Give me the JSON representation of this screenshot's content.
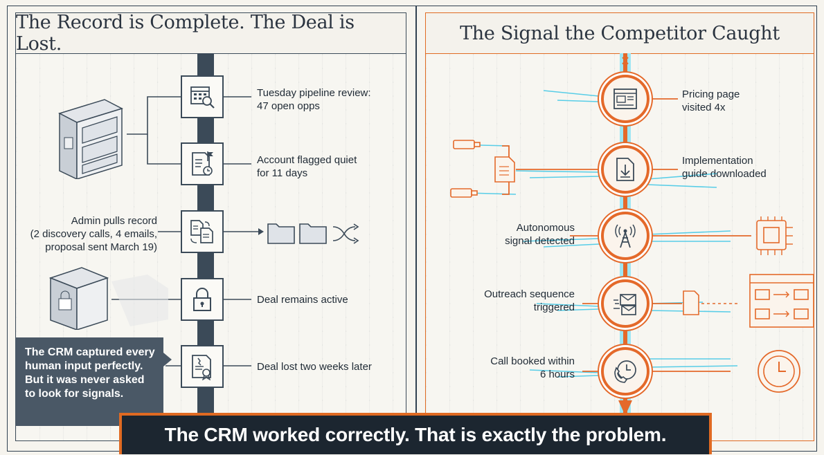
{
  "left_panel": {
    "title": "The Record is Complete. The Deal is Lost.",
    "steps": [
      {
        "label_line1": "Tuesday pipeline review:",
        "label_line2": "47 open opps"
      },
      {
        "label_line1": "Account flagged quiet",
        "label_line2": "for 11 days"
      },
      {
        "label_line1": "Admin pulls record",
        "label_line2": "(2 discovery calls, 4 emails,",
        "label_line3": "proposal sent March 19)"
      },
      {
        "label_line1": "Deal remains active"
      },
      {
        "label_line1": "Deal lost two weeks later"
      }
    ],
    "callout": "The CRM captured every human input perfectly. But it was never asked to look for signals."
  },
  "right_panel": {
    "title": "The Signal the Competitor Caught",
    "steps": [
      {
        "label_line1": "Pricing page",
        "label_line2": "visited 4x"
      },
      {
        "label_line1": "Implementation",
        "label_line2": "guide downloaded"
      },
      {
        "label_line1": "Autonomous",
        "label_line2": "signal detected"
      },
      {
        "label_line1": "Outreach sequence",
        "label_line2": "triggered"
      },
      {
        "label_line1": "Call booked within",
        "label_line2": "6 hours"
      }
    ]
  },
  "banner": "The CRM worked correctly. That is exactly the problem.",
  "colors": {
    "navy": "#2f4050",
    "orange": "#e4692a",
    "cyan": "#3cc6e6",
    "dark": "#1c2630"
  }
}
